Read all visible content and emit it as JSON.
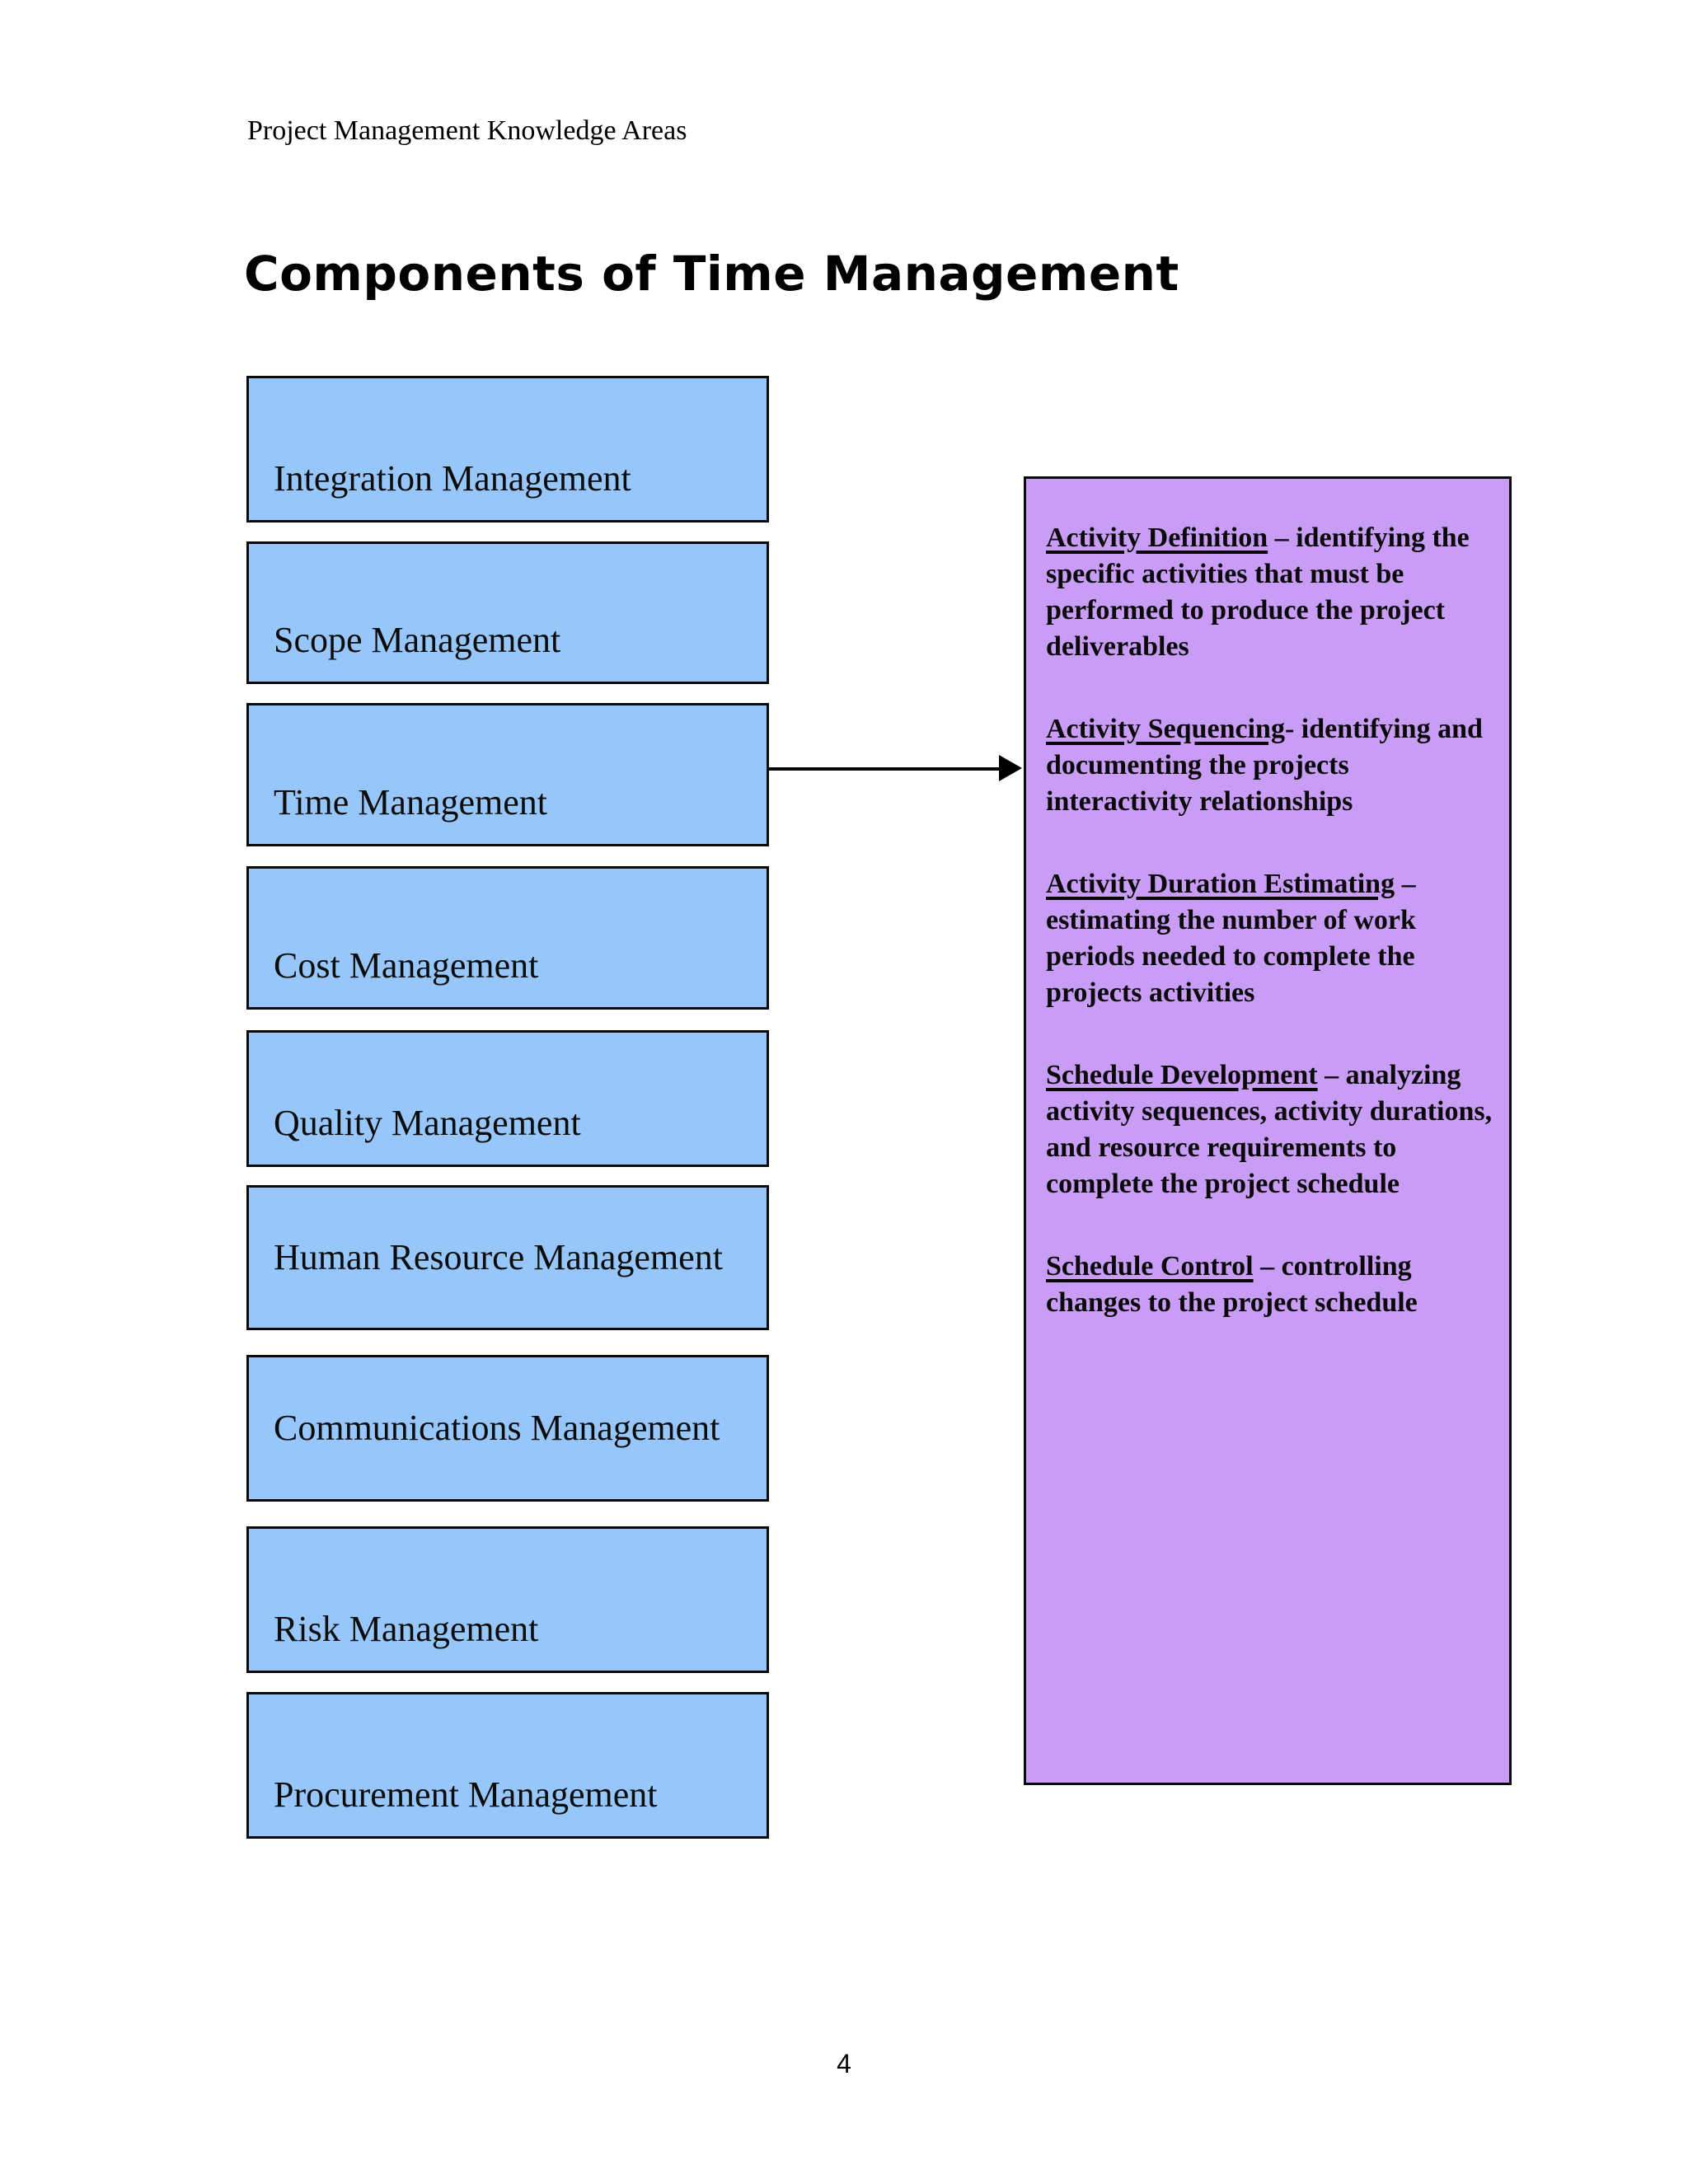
{
  "page": {
    "header": "Project Management Knowledge Areas",
    "title": "Components of Time Management",
    "page_number": "4"
  },
  "knowledge_areas": [
    "Integration Management",
    "Scope Management",
    "Time Management",
    "Cost Management",
    "Quality Management",
    "Human Resource Management",
    "Communications Management",
    "Risk Management",
    "Procurement Management"
  ],
  "connector": {
    "from": "Time Management",
    "to": "time-management-components-panel"
  },
  "panel": {
    "entries": [
      {
        "term": "Activity Definition",
        "rest": " – identifying the specific activities that must be performed to produce the project deliverables"
      },
      {
        "term": "Activity Sequencing",
        "rest": "- identifying and documenting the projects interactivity relationships"
      },
      {
        "term": "Activity Duration Estimating",
        "rest": " – estimating the number of work periods needed to complete the projects activities"
      },
      {
        "term": "Schedule Development",
        "rest": " – analyzing activity sequences, activity durations, and resource requirements to complete the project schedule"
      },
      {
        "term": "Schedule Control",
        "rest": " – controlling changes to the project schedule"
      }
    ]
  },
  "colors": {
    "box_fill": "#97c7fa",
    "panel_fill": "#c99cf6",
    "border": "#000000"
  }
}
